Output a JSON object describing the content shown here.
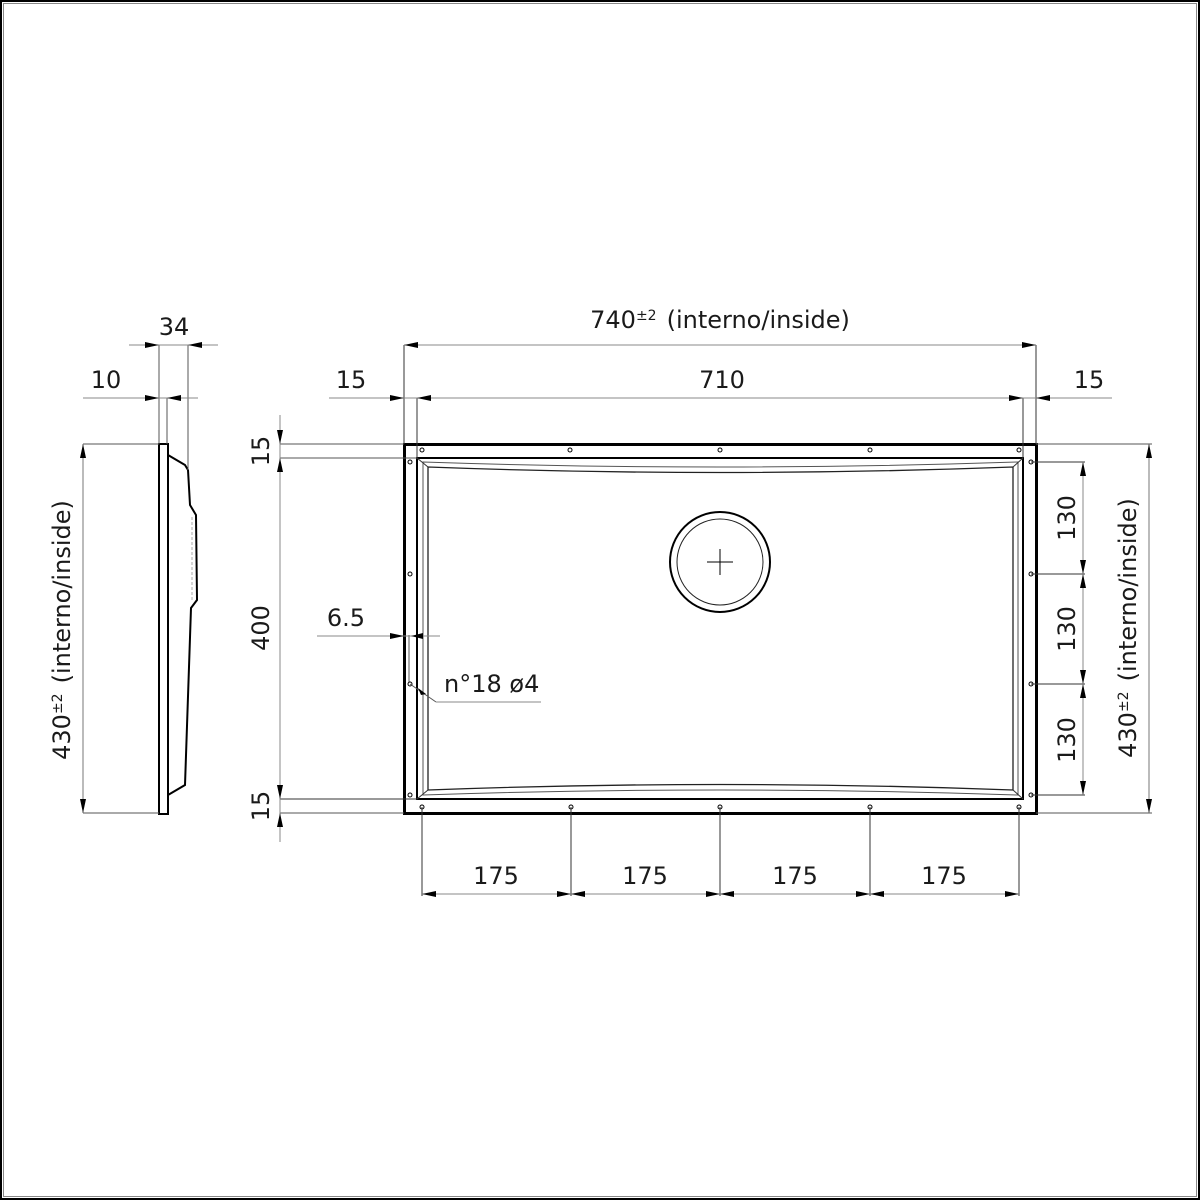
{
  "drawing": {
    "title": "Undermount sink technical drawing",
    "colors": {
      "line": "#000000",
      "dim_line": "#808080",
      "background": "#ffffff"
    }
  },
  "side_view": {
    "width_total": "34",
    "wall_thickness": "10",
    "height": "430",
    "height_tolerance": "±2",
    "height_note": "(interno/inside)"
  },
  "top_view": {
    "overall_width": "740",
    "overall_width_tolerance": "±2",
    "overall_width_note": "(interno/inside)",
    "inner_width": "710",
    "flange_left": "15",
    "flange_right": "15",
    "flange_top": "15",
    "flange_bottom": "15",
    "inner_height": "400",
    "rim_offset": "6.5",
    "holes_note": "n°18  ø4",
    "bottom_spacing": [
      "175",
      "175",
      "175",
      "175"
    ],
    "right_spacing": [
      "130",
      "130",
      "130"
    ],
    "right_height": "430",
    "right_height_tolerance": "±2",
    "right_height_note": "(interno/inside)",
    "drain_symbol": "drain-center-cross"
  }
}
